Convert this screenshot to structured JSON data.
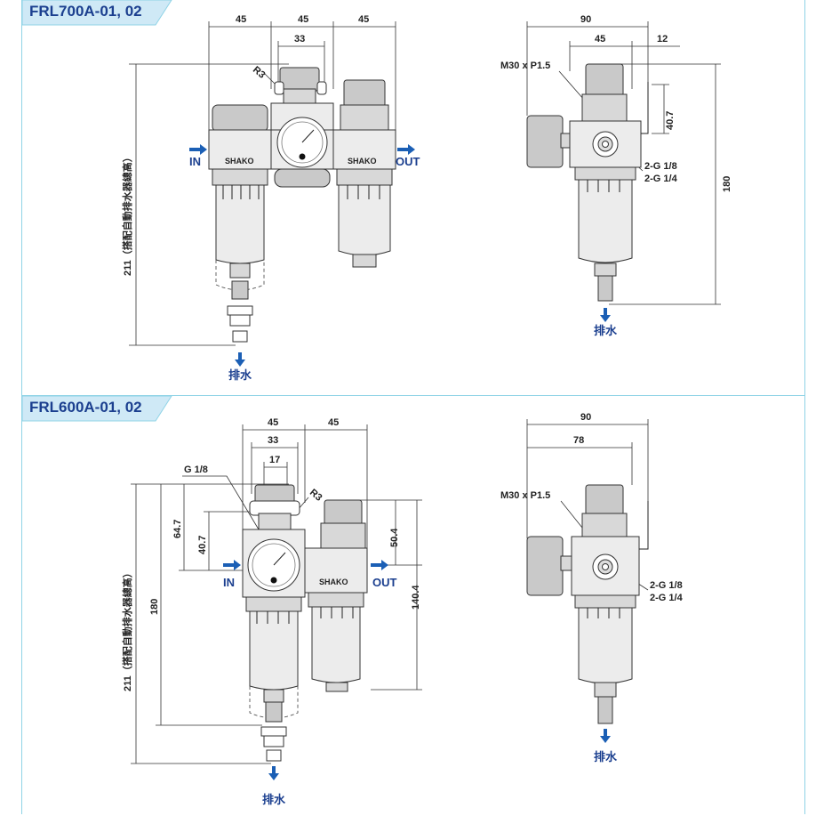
{
  "top": {
    "title": "FRL700A-01, 02",
    "front": {
      "dim_45_a": "45",
      "dim_45_b": "45",
      "dim_45_c": "45",
      "dim_33": "33",
      "radius": "R3",
      "height_label": "211（搭配自動排水器總高）",
      "in_label": "IN",
      "out_label": "OUT",
      "brand_left": "SHAKO",
      "brand_right": "SHAKO",
      "drain_label": "排水"
    },
    "side": {
      "dim_90": "90",
      "dim_45": "45",
      "dim_12": "12",
      "dim_40_7": "40.7",
      "dim_180": "180",
      "thread": "M30 x P1.5",
      "port_1": "2-G 1/8",
      "port_2": "2-G 1/4",
      "drain_label": "排水"
    }
  },
  "bottom": {
    "title": "FRL600A-01, 02",
    "front": {
      "dim_45_a": "45",
      "dim_45_b": "45",
      "dim_33": "33",
      "dim_17": "17",
      "gauge_thread": "G 1/8",
      "radius": "R3",
      "dim_64_7": "64.7",
      "dim_40_7": "40.7",
      "dim_180": "180",
      "dim_50_4": "50.4",
      "dim_140_4": "140.4",
      "height_label": "211（搭配自動排水器總高）",
      "in_label": "IN",
      "out_label": "OUT",
      "brand": "SHAKO",
      "drain_label": "排水"
    },
    "side": {
      "dim_90": "90",
      "dim_78": "78",
      "thread": "M30 x P1.5",
      "port_1": "2-G 1/8",
      "port_2": "2-G 1/4",
      "drain_label": "排水"
    }
  },
  "colors": {
    "title_blue": "#1b3f8f",
    "tab_fill": "#cfe9f6",
    "border": "#8fd3e6",
    "arrow_blue": "#1b5fb5"
  }
}
